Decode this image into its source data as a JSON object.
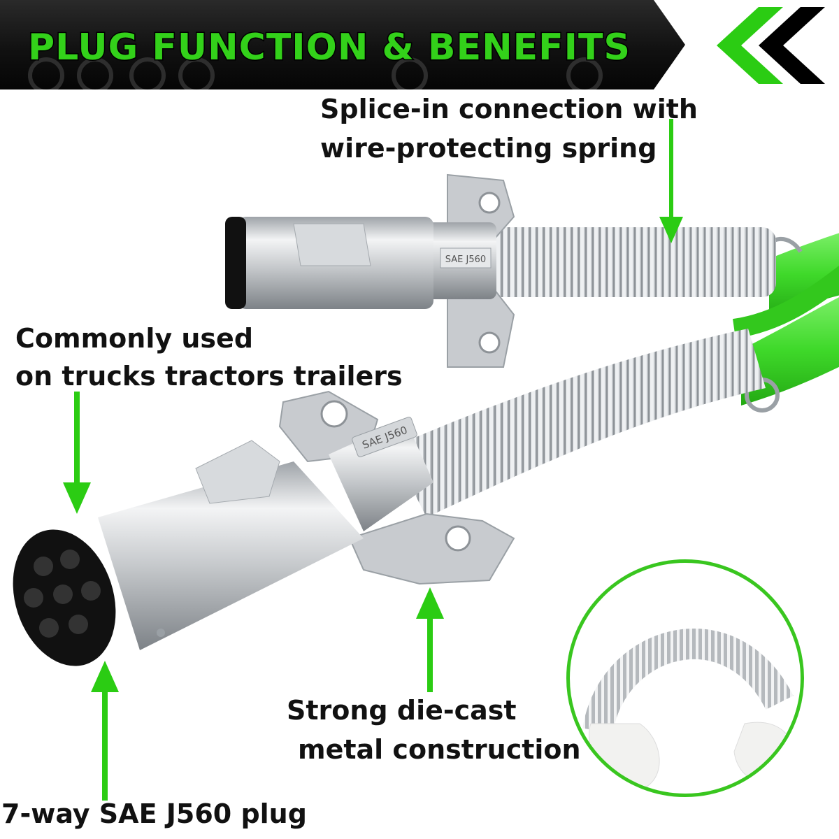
{
  "banner": {
    "title": "PLUG FUNCTION & BENEFITS",
    "chevron_icon": "double-chevron-left-icon"
  },
  "callouts": {
    "spring": [
      "Splice-in connection with",
      "wire-protecting spring"
    ],
    "usage": [
      "Commonly used",
      "on trucks tractors trailers"
    ],
    "construction": [
      "Strong die-cast",
      "metal construction"
    ],
    "plug": "7-way SAE J560 plug"
  },
  "product": {
    "rear_plug_stamp": "SAE J560",
    "front_plug_stamp": "SAE J560"
  },
  "colors": {
    "accent_green": "#2bcc13",
    "cable_green": "#3fd92a",
    "metal": "#c9ccd0",
    "banner_dark": "#111111"
  }
}
